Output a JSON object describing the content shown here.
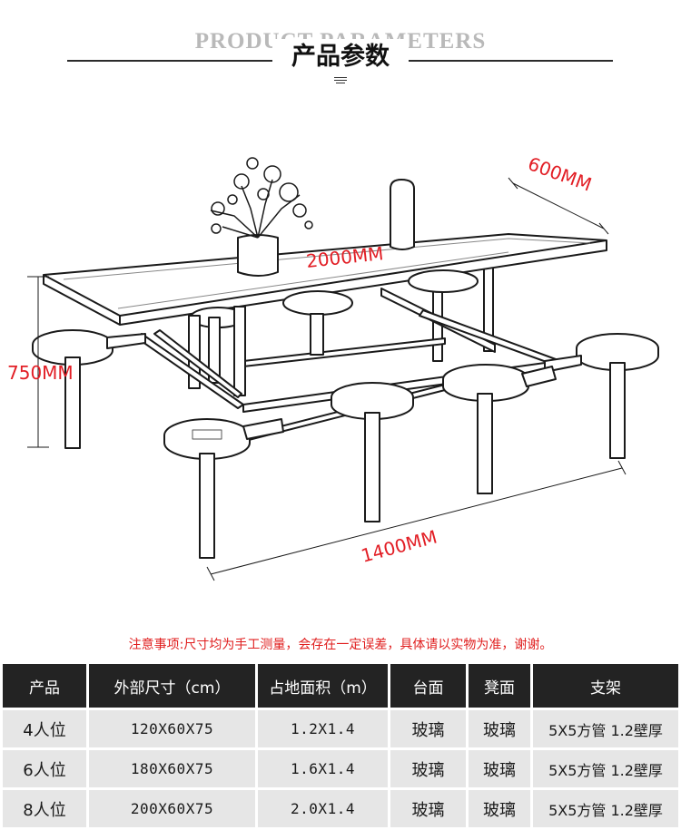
{
  "header": {
    "title_en": "PRODUCT PARAMETERS",
    "title_cn": "产品参数"
  },
  "drawing": {
    "dim_depth": "600MM",
    "dim_length": "2000MM",
    "dim_height": "750MM",
    "dim_width": "1400MM"
  },
  "note": "注意事项:尺寸均为手工测量，会存在一定误差，具体请以实物为准，谢谢。",
  "table": {
    "headers": [
      "产品",
      "外部尺寸（cm）",
      "占地面积（m）",
      "台面",
      "凳面",
      "支架"
    ],
    "rows": [
      [
        "4人位",
        "120X60X75",
        "1.2X1.4",
        "玻璃",
        "玻璃",
        "5X5方管 1.2壁厚"
      ],
      [
        "6人位",
        "180X60X75",
        "1.6X1.4",
        "玻璃",
        "玻璃",
        "5X5方管 1.2壁厚"
      ],
      [
        "8人位",
        "200X60X75",
        "2.0X1.4",
        "玻璃",
        "玻璃",
        "5X5方管 1.2壁厚"
      ]
    ]
  }
}
